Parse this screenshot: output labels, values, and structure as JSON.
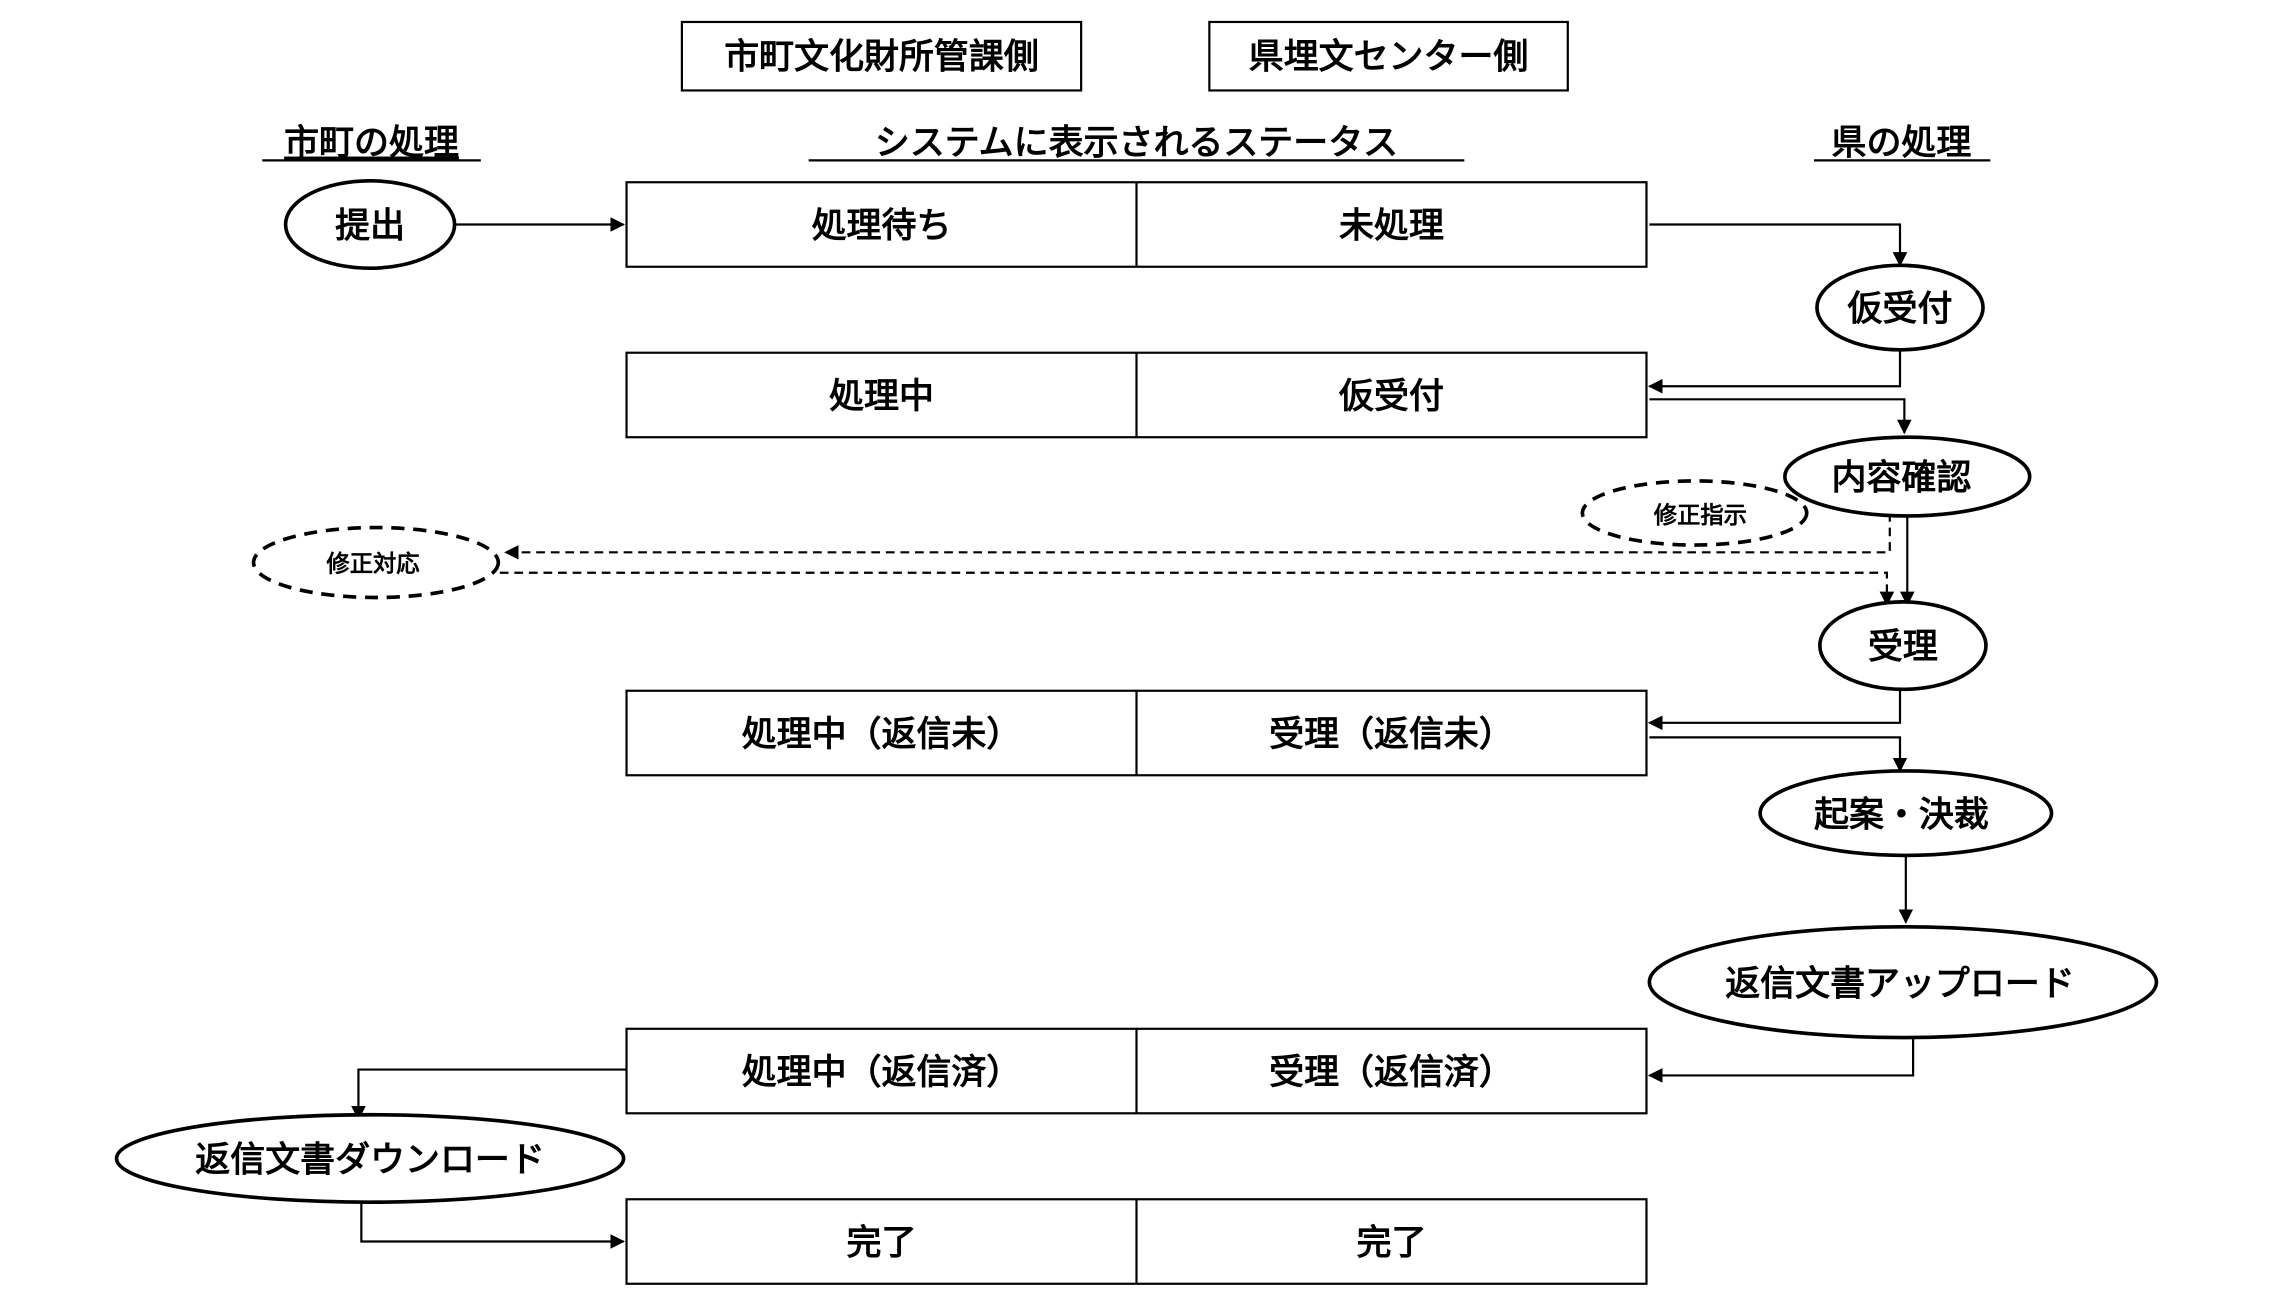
{
  "headers": {
    "municipal_side": "市町文化財所管課側",
    "prefecture_side": "県埋文センター側",
    "municipal_process": "市町の処理",
    "system_status": "システムに表示されるステータス",
    "prefecture_process": "県の処理"
  },
  "status_rows": [
    {
      "municipal": "処理待ち",
      "prefecture": "未処理"
    },
    {
      "municipal": "処理中",
      "prefecture": "仮受付"
    },
    {
      "municipal": "処理中（返信未）",
      "prefecture": "受理（返信未）"
    },
    {
      "municipal": "処理中（返信済）",
      "prefecture": "受理（返信済）"
    },
    {
      "municipal": "完了",
      "prefecture": "完了"
    }
  ],
  "municipal_nodes": {
    "submit": "提出",
    "fix_response": "修正対応",
    "download": "返信文書ダウンロード"
  },
  "prefecture_nodes": {
    "provisional": "仮受付",
    "review": "内容確認",
    "fix_instruction": "修正指示",
    "accept": "受理",
    "decision": "起案・決裁",
    "upload": "返信文書アップロード"
  }
}
